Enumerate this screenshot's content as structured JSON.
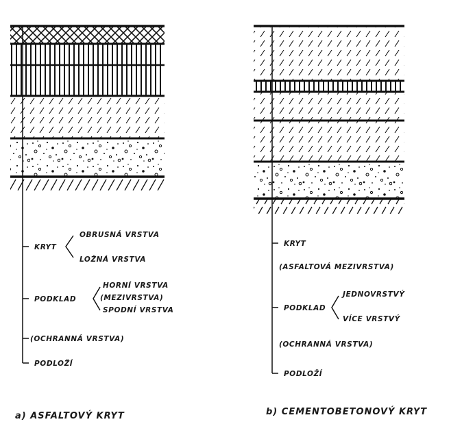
{
  "diagram_a": {
    "caption": "a) ASFALTOVÝ KRYT",
    "labels": {
      "kryt": "KRYT",
      "obrusna": "OBRUSNÁ VRSTVA",
      "lozna": "LOŽNÁ VRSTVA",
      "podklad": "PODKLAD",
      "horni": "HORNÍ VRSTVA",
      "mezivrstva": "(MEZIVRSTVA)",
      "spodni": "SPODNÍ VRSTVA",
      "ochranna": "(OCHRANNÁ VRSTVA)",
      "podlozi": "PODLOŽÍ"
    }
  },
  "diagram_b": {
    "caption": "b) CEMENTOBETONOVÝ KRYT",
    "labels": {
      "kryt": "KRYT",
      "asfaltova": "(ASFALTOVÁ MEZIVRSTVA)",
      "podklad": "PODKLAD",
      "jednovrstvy": "JEDNOVRSTVÝ",
      "vicevrstvy": "VÍCE VRSTVÝ",
      "ochranna": "(OCHRANNÁ VRSTVA)",
      "podlozi": "PODLOŽÍ"
    }
  },
  "colors": {
    "ink": "#111111",
    "background": "#ffffff"
  }
}
